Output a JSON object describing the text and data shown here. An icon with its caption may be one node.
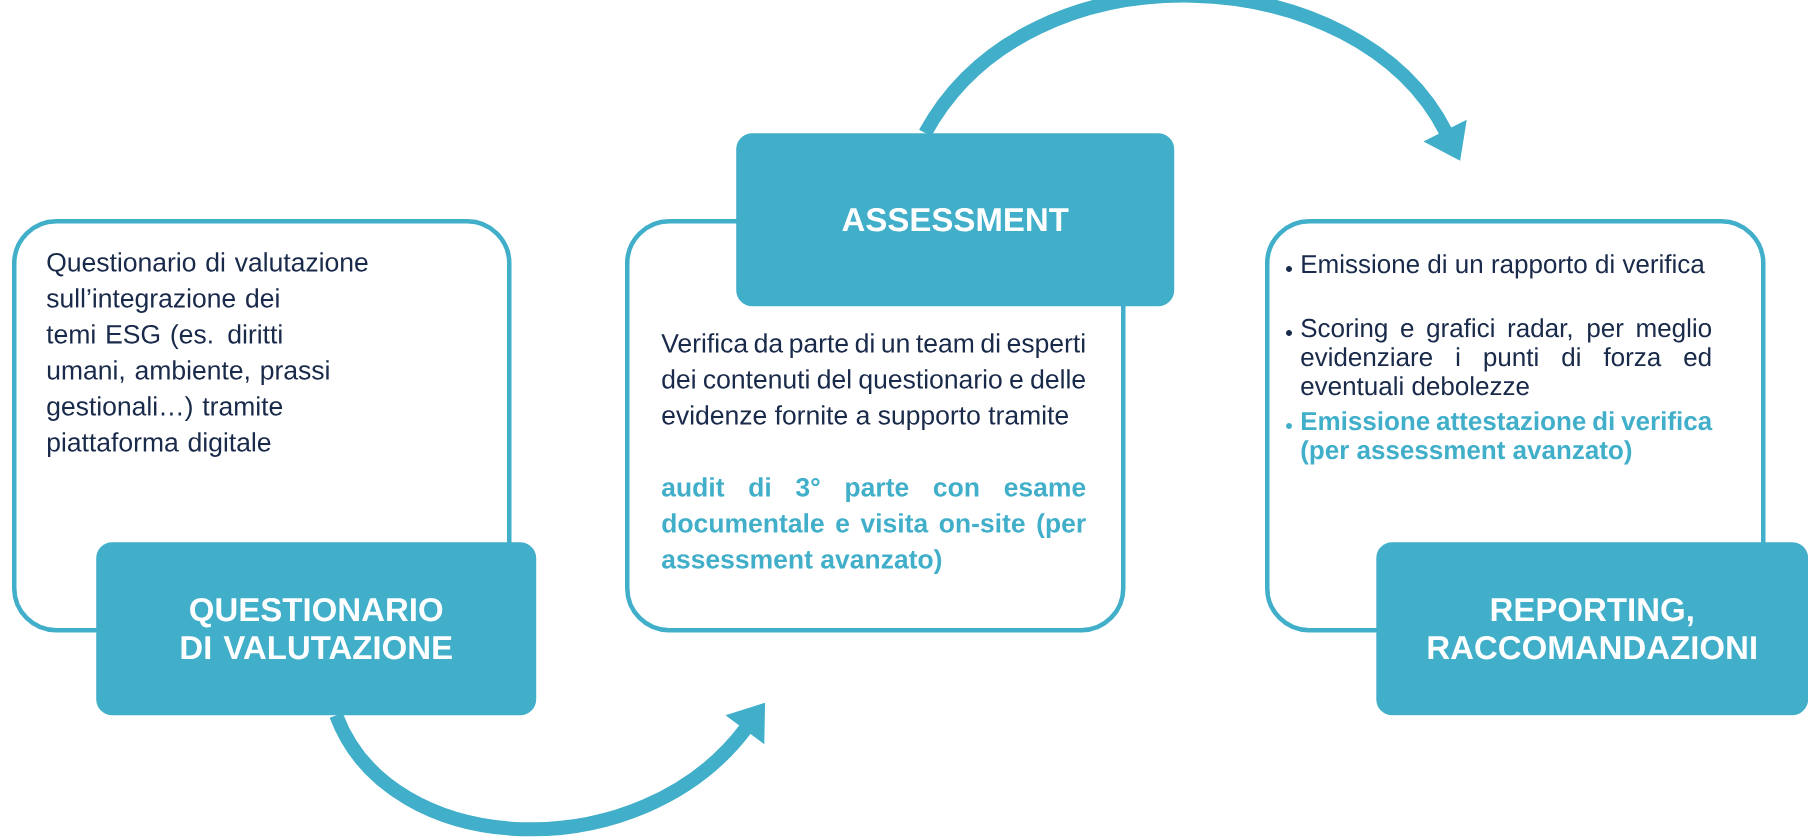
{
  "diagram": {
    "nodes": [
      {
        "text": [
          "Questionario di valutazione sull’integrazione dei temi ESG (es. diritti umani, ambiente, prassi gestionali…) tramite piattaforma digitale"
        ]
      },
      {
        "text": [
          "QUESTIONARIO DI VALUTAZIONE"
        ]
      },
      {
        "text": [
          "Verifica da parte di un team di esperti dei contenuti del questionario e delle evidenze fornite a supporto tramite",
          "audit di 3° parte con esame documentale e visita on-site (per assessment avanzato)"
        ]
      },
      {
        "text": [
          "ASSESSMENT"
        ]
      },
      {
        "text": [
          "Emissione di un rapporto di verifica",
          "Scoring e grafici radar, per meglio evidenziare i punti di forza ed eventuali debolezze",
          "Emissione attestazione di verifica (per assessment avanzato)"
        ]
      },
      {
        "text": [
          "REPORTING, RACCOMANDAZIONI"
        ]
      }
    ],
    "edges": [
      {
        "from": 1,
        "to": 2,
        "arrow": "to"
      },
      {
        "from": 3,
        "to": 4,
        "arrow": "to"
      }
    ]
  }
}
